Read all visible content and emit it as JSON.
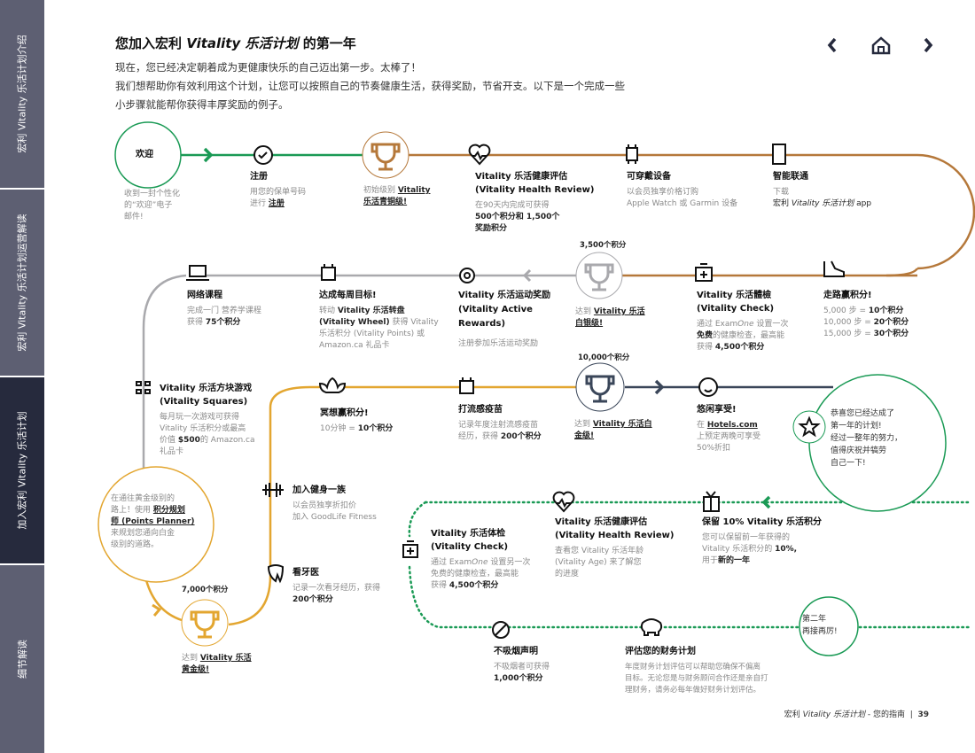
{
  "sidebar": {
    "tabs": [
      "宏利 Vitality 乐活计划介绍",
      "宏利 Vitality 乐活计划运营解读",
      "加入宏利 Vitality 乐活计划",
      "细节解读"
    ]
  },
  "header": {
    "title_a": "您加入宏利 ",
    "title_i": "Vitality 乐活计划",
    "title_b": " 的第一年",
    "intro": [
      "现在，您已经决定朝着成为更健康快乐的自己迈出第一步。太棒了！",
      "我们想帮助你有效利用这个计划，让您可以按照自己的节奏健康生活，获得奖励，节省开支。以下是一个完成一些",
      "小步骤就能帮你获得丰厚奖励的例子。"
    ]
  },
  "colors": {
    "green": "#1a9a55",
    "bronze": "#b5783a",
    "gray": "#a9a9ad",
    "gold": "#e3a630",
    "navy": "#3a4659",
    "sidebar": "#5d5f72",
    "sidebar_active": "#262a3d"
  },
  "nodes": {
    "welcome": {
      "label": "欢迎",
      "desc": [
        "收到一封个性化",
        "的“欢迎”电子",
        "邮件!"
      ]
    },
    "register": {
      "title": "注册",
      "desc1": "用您的保单号码",
      "desc2": "进行 ",
      "link": "注册"
    },
    "bronze": {
      "desc": "初始级别 ",
      "link1": "Vitality",
      "link2": "乐活青铜级!"
    },
    "hr1": {
      "title1": "Vitality 乐活健康评估",
      "title2": "(Vitality Health Review)",
      "desc1": "在90天内完成可获得",
      "bold1": "500个积分和 1,500个",
      "bold2": "奖励积分"
    },
    "wearable": {
      "title": "可穿戴设备",
      "desc1": "以会员独享价格订购",
      "desc2": "Apple Watch 或 Garmin 设备"
    },
    "smart": {
      "title": "智能联通",
      "desc1": "下载",
      "desc2a": "宏利 ",
      "desc2i": "Vitality 乐活计划",
      "desc2b": " app"
    },
    "walk": {
      "title": "走路赢积分!",
      "rows": [
        {
          "a": "5,000 步 = ",
          "b": "10个积分"
        },
        {
          "a": "10,000 步 = ",
          "b": "20个积分"
        },
        {
          "a": "15,000 步 = ",
          "b": "30个积分"
        }
      ]
    },
    "check1": {
      "title1": "Vitality 乐活體檢",
      "title2": "(Vitality Check)",
      "d1": "通过 Exam",
      "d1i": "One",
      "d1b": " 设置一次",
      "d2b": "免费",
      "d2": "的健康检查，最高能",
      "d3": "获得 ",
      "d3b": "4,500个积分"
    },
    "silver": {
      "points": "3,500个积分",
      "desc": "达到 ",
      "link1": "Vitality 乐活",
      "link2": "白银级!"
    },
    "active": {
      "title1": "Vitality 乐活运动奖励",
      "title2": "(Vitality Active",
      "title3": "Rewards)",
      "desc": "注册参加乐活运动奖励"
    },
    "weekly": {
      "title": "达成每周目标!",
      "d1": "转动 ",
      "d1b": "Vitality 乐活转盘",
      "d2b": "(Vitality Wheel)",
      "d2": " 获得 Vitality",
      "d3": "乐活积分 (Vitality Points) 或",
      "d4": "Amazon.ca 礼品卡"
    },
    "course": {
      "title": "网络课程",
      "desc1": "完成一门 营养学课程",
      "desc2": "获得 ",
      "bold": "75个积分"
    },
    "squares": {
      "title1": "Vitality 乐活方块游戏",
      "title2": "(Vitality Squares)",
      "d1": "每月玩一次游戏可获得",
      "d2": "Vitality 乐活积分或最高",
      "d3": "价值 ",
      "d3b": "$500",
      "d3c": "的 Amazon.ca",
      "d4": "礼品卡"
    },
    "planner": {
      "d1": "在通往黄金级别的",
      "d2": "路上！使用 ",
      "link1": "积分规划",
      "link2": "师 (Points Planner)",
      "d3": "来规划您通向白金",
      "d4": "级别的道路。"
    },
    "gold": {
      "points": "7,000个积分",
      "desc": "达到 ",
      "link1": "Vitality 乐活",
      "link2": "黄金级!"
    },
    "gym": {
      "title": "加入健身一族",
      "desc1": "以会员独享折扣价",
      "desc2": "加入 GoodLife Fitness"
    },
    "dentist": {
      "title": "看牙医",
      "desc1": "记录一次看牙经历，获得",
      "bold": "200个积分"
    },
    "meditate": {
      "title": "冥想赢积分!",
      "d": "10分钟 = ",
      "b": "10个积分"
    },
    "flu": {
      "title": "打流感疫苗",
      "d1": "记录年度注射流感疫苗",
      "d2": "经历，获得 ",
      "b": "200个积分"
    },
    "platinum": {
      "points": "10,000个积分",
      "desc": "达到 ",
      "link1": "Vitality 乐活白",
      "link2": "金级!"
    },
    "enjoy": {
      "title": "悠闲享受!",
      "d1": "在 ",
      "link": "Hotels.com",
      "d2": "上预定两晚可享受",
      "d3": "50%折扣"
    },
    "congrats": {
      "lines": [
        "恭喜您已经达成了",
        "第一年的计划!",
        "经过一整年的努力，",
        "值得庆祝并犒劳",
        "自己一下!"
      ]
    },
    "keep": {
      "title": "保留 10% Vitality 乐活积分",
      "d1": "您可以保留前一年获得的",
      "d2": "Vitality 乐活积分的 ",
      "d2b": "10%,",
      "d3": "用于",
      "d3b": "新的一年"
    },
    "hr2": {
      "title1": "Vitality 乐活健康评估",
      "title2": "(Vitality Health Review)",
      "d1": "查看您 Vitality 乐活年龄",
      "d2": "(Vitality Age) 来了解您",
      "d3": "的进度"
    },
    "check2": {
      "title1": "Vitality 乐活体检",
      "title2": " (Vitality Check)",
      "d1": "通过 Exam",
      "d1i": "One",
      "d1b": " 设置另一次",
      "d2": "免费的健康检查，最高能",
      "d3": "获得 ",
      "d3b": "4,500个积分"
    },
    "nosmoke": {
      "title": "不吸烟声明",
      "d1": "不吸烟者可获得",
      "b": "1,000个积分"
    },
    "finance": {
      "title": "评估您的财务计划",
      "d1": "年度财务计划评估可以帮助您确保不偏离",
      "d2": "目标。无论您是与财务顾问合作还是亲自打",
      "d3": "理财务，请务必每年做好财务计划评估。"
    },
    "year2": {
      "l1": "第二年",
      "l2": "再接再厉!"
    }
  },
  "footer": {
    "a": "宏利 ",
    "i": "Vitality 乐活计划",
    "b": " - 您的指南",
    "page": "39"
  }
}
